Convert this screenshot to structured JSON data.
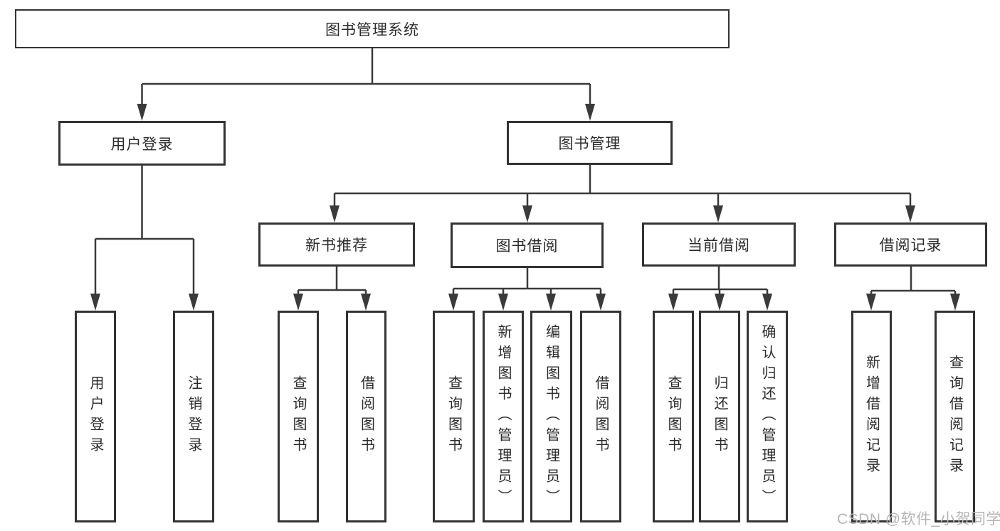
{
  "tree": {
    "root": {
      "label": "图书管理系统",
      "children": [
        {
          "label": "用户登录",
          "children": [
            {
              "label": "用户登录"
            },
            {
              "label": "注销登录"
            }
          ]
        },
        {
          "label": "图书管理",
          "children": [
            {
              "label": "新书推荐",
              "children": [
                {
                  "label": "查询图书"
                },
                {
                  "label": "借阅图书"
                }
              ]
            },
            {
              "label": "图书借阅",
              "children": [
                {
                  "label": "查询图书"
                },
                {
                  "label": "新增图书（管理员）"
                },
                {
                  "label": "编辑图书（管理员）"
                },
                {
                  "label": "借阅图书"
                }
              ]
            },
            {
              "label": "当前借阅",
              "children": [
                {
                  "label": "查询图书"
                },
                {
                  "label": "归还图书"
                },
                {
                  "label": "确认归还（管理员）"
                }
              ]
            },
            {
              "label": "借阅记录",
              "children": [
                {
                  "label": "新增借阅记录"
                },
                {
                  "label": "查询借阅记录"
                }
              ]
            }
          ]
        }
      ]
    }
  },
  "watermark": {
    "text": "CSDN @软件_小贺同学"
  },
  "colors": {
    "line": "#3a3a3a",
    "box_border": "#333333",
    "text": "#2b2b2b",
    "watermark": "#b5b5b5",
    "background": "#ffffff"
  }
}
